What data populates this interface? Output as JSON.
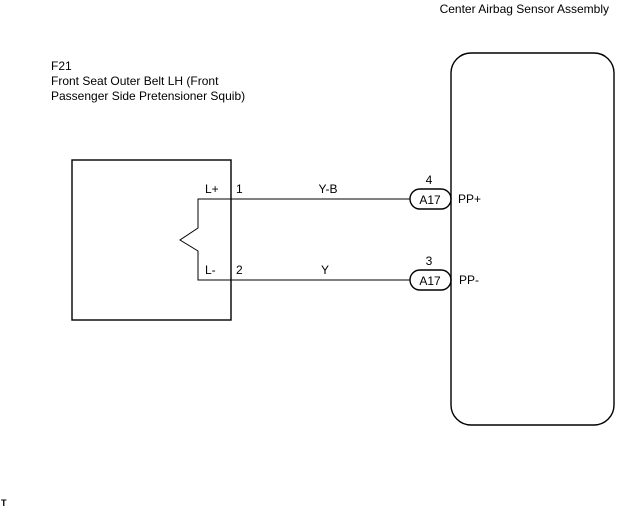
{
  "ecu": {
    "name": "Center Airbag Sensor Assembly"
  },
  "squib": {
    "code": "F21",
    "name_line1": "Front Seat Outer Belt LH (Front",
    "name_line2": "Passenger Side Pretensioner Squib)",
    "terminals": [
      {
        "label": "L+",
        "pin": "1"
      },
      {
        "label": "L-",
        "pin": "2"
      }
    ]
  },
  "wires": [
    {
      "color_code": "Y-B",
      "connector": "A17",
      "pin": "4",
      "ecu_terminal": "PP+"
    },
    {
      "color_code": "Y",
      "connector": "A17",
      "pin": "3",
      "ecu_terminal": "PP-"
    }
  ],
  "footer_mark": "T"
}
